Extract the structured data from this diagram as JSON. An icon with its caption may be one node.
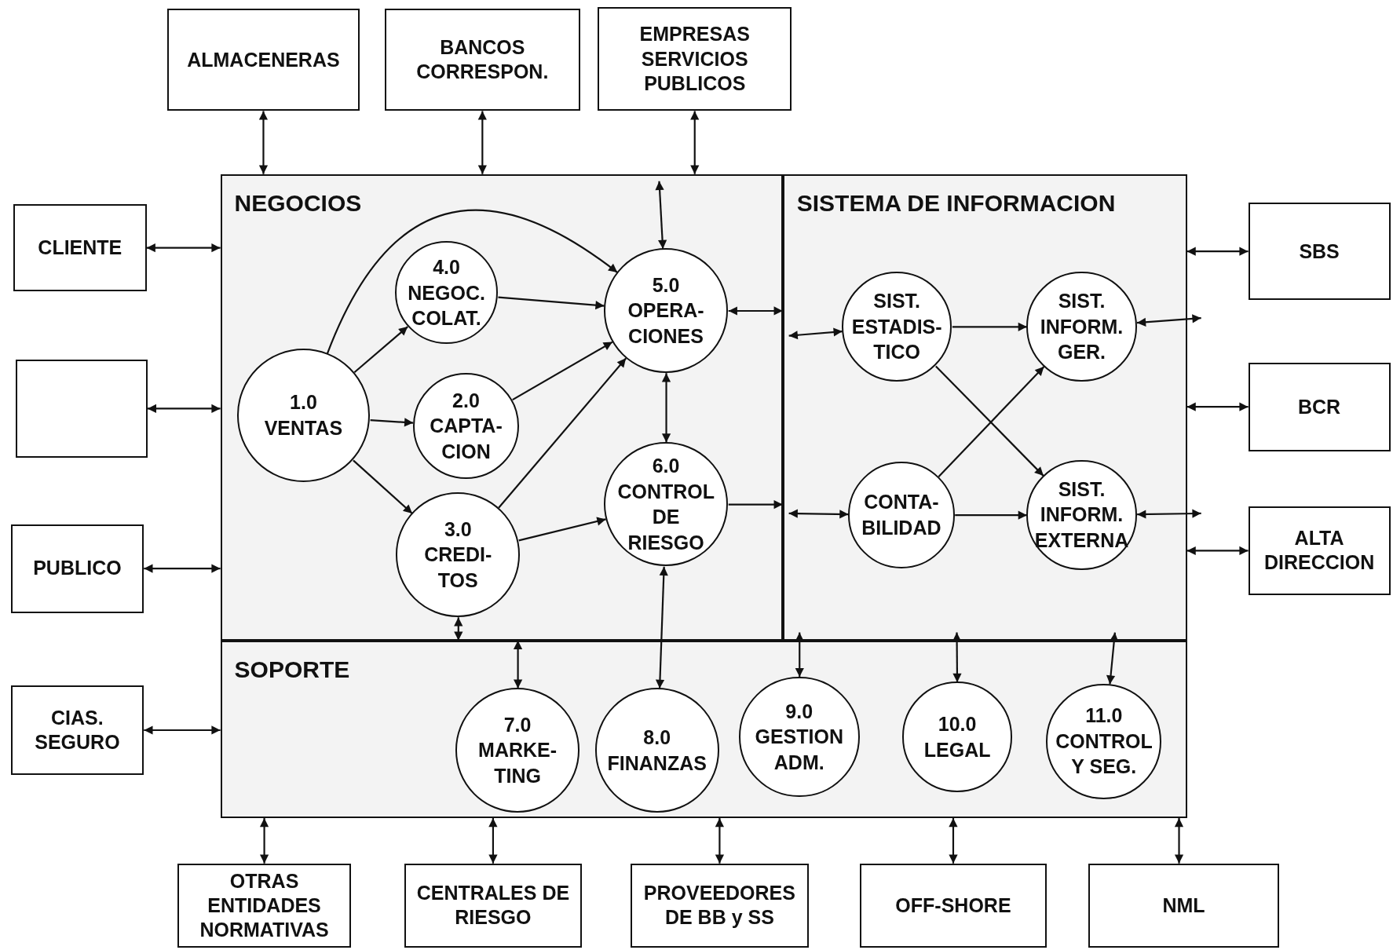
{
  "diagram": {
    "nodes": [
      {
        "text": [
          "ALMACENERAS"
        ]
      },
      {
        "text": [
          "BANCOS CORRESPON."
        ]
      },
      {
        "text": [
          "EMPRESAS SERVICIOS PUBLICOS"
        ]
      },
      {
        "text": [
          "CLIENTE"
        ]
      },
      {
        "text": [],
        "shape": "box"
      },
      {
        "text": [
          "PUBLICO"
        ]
      },
      {
        "text": [
          "CIAS. SEGURO"
        ]
      },
      {
        "text": [
          "SBS"
        ]
      },
      {
        "text": [
          "BCR"
        ]
      },
      {
        "text": [
          "ALTA DIRECCION"
        ]
      },
      {
        "text": [
          "OTRAS ENTIDADES NORMATIVAS"
        ]
      },
      {
        "text": [
          "CENTRALES DE RIESGO"
        ]
      },
      {
        "text": [
          "PROVEEDORES DE BB y SS"
        ]
      },
      {
        "text": [
          "OFF-SHORE"
        ]
      },
      {
        "text": [
          "NML"
        ]
      },
      {
        "text": [
          "NEGOCIOS"
        ]
      },
      {
        "text": [
          "SISTEMA  DE INFORMACION"
        ]
      },
      {
        "text": [
          "SOPORTE"
        ]
      },
      {
        "text": [
          "1.0 VENTAS"
        ],
        "in": 15
      },
      {
        "text": [
          "4.0 NEGOC. COLAT."
        ],
        "in": 15
      },
      {
        "text": [
          "2.0 CAPTA- CION"
        ],
        "in": 15
      },
      {
        "text": [
          "3.0 CREDI- TOS"
        ],
        "in": 15
      },
      {
        "text": [
          "5.0 OPERA- CIONES"
        ],
        "in": 15
      },
      {
        "text": [
          "6.0 CONTROL DE RIESGO"
        ],
        "in": 15
      },
      {
        "text": [
          "SIST. ESTADIS- TICO"
        ],
        "in": 16
      },
      {
        "text": [
          "SIST. INFORM. GER."
        ],
        "in": 16
      },
      {
        "text": [
          "CONTA- BILIDAD"
        ],
        "in": 16
      },
      {
        "text": [
          "SIST. INFORM. EXTERNA"
        ],
        "in": 16
      },
      {
        "text": [
          "7.0 MARKE- TING"
        ],
        "in": 17
      },
      {
        "text": [
          "8.0 FINANZAS"
        ],
        "in": 17
      },
      {
        "text": [
          "9.0 GESTION ADM."
        ],
        "in": 17
      },
      {
        "text": [
          "10.0 LEGAL"
        ],
        "in": 17
      },
      {
        "text": [
          "11.0 CONTROL Y SEG."
        ],
        "in": 17
      }
    ],
    "edges": [
      {
        "from": 0,
        "to": 15,
        "arrow": "both"
      },
      {
        "from": 1,
        "to": 15,
        "arrow": "both"
      },
      {
        "from": 2,
        "to": 15,
        "arrow": "both"
      },
      {
        "from": 3,
        "to": 15,
        "arrow": "both"
      },
      {
        "from": 4,
        "to": 15,
        "arrow": "both"
      },
      {
        "from": 5,
        "to": 15,
        "arrow": "both"
      },
      {
        "from": 6,
        "to": 17,
        "arrow": "both"
      },
      {
        "from": 16,
        "to": 7,
        "arrow": "both"
      },
      {
        "from": 16,
        "to": 8,
        "arrow": "both"
      },
      {
        "from": 16,
        "to": 9,
        "arrow": "both"
      },
      {
        "from": 17,
        "to": 10,
        "arrow": "both"
      },
      {
        "from": 17,
        "to": 11,
        "arrow": "both"
      },
      {
        "from": 17,
        "to": 12,
        "arrow": "both"
      },
      {
        "from": 17,
        "to": 13,
        "arrow": "both"
      },
      {
        "from": 17,
        "to": 14,
        "arrow": "both"
      },
      {
        "from": null,
        "to": 22,
        "arrow": "both"
      },
      {
        "from": 18,
        "to": 19,
        "arrow": "to"
      },
      {
        "from": 18,
        "to": 20,
        "arrow": "to"
      },
      {
        "from": 18,
        "to": 21,
        "arrow": "to"
      },
      {
        "from": 18,
        "to": 22,
        "arrow": "to"
      },
      {
        "from": 19,
        "to": 22,
        "arrow": "to"
      },
      {
        "from": 20,
        "to": 22,
        "arrow": "to"
      },
      {
        "from": 21,
        "to": 22,
        "arrow": "to"
      },
      {
        "from": 21,
        "to": 23,
        "arrow": "to"
      },
      {
        "from": 22,
        "to": 23,
        "arrow": "both"
      },
      {
        "from": 22,
        "to": 16,
        "arrow": "both"
      },
      {
        "from": 23,
        "to": 16,
        "arrow": "to"
      },
      {
        "from": null,
        "to": 24,
        "arrow": "both"
      },
      {
        "from": null,
        "to": 26,
        "arrow": "both"
      },
      {
        "from": 24,
        "to": 25,
        "arrow": "to"
      },
      {
        "from": 24,
        "to": 27,
        "arrow": "to"
      },
      {
        "from": 26,
        "to": 25,
        "arrow": "to"
      },
      {
        "from": 26,
        "to": 27,
        "arrow": "to"
      },
      {
        "from": 25,
        "to": null,
        "arrow": "both"
      },
      {
        "from": 27,
        "to": null,
        "arrow": "both"
      },
      {
        "from": 21,
        "to": 17,
        "arrow": "both"
      },
      {
        "from": 15,
        "to": 28,
        "arrow": "both"
      },
      {
        "from": 23,
        "to": 29,
        "arrow": "both"
      },
      {
        "from": null,
        "to": 30,
        "arrow": "both"
      },
      {
        "from": null,
        "to": 31,
        "arrow": "both"
      },
      {
        "from": null,
        "to": 32,
        "arrow": "both"
      }
    ]
  }
}
